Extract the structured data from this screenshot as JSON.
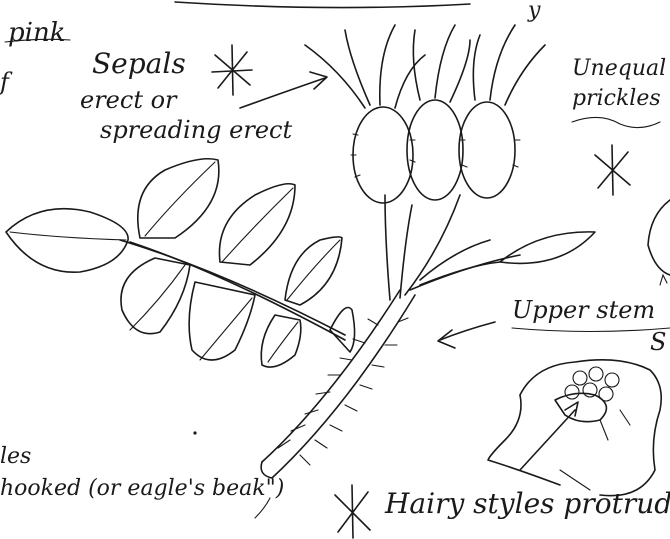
{
  "notes": {
    "pink": "pink",
    "sepals_line1": "Sepals",
    "sepals_line2": "erect or",
    "sepals_line3": "spreading erect",
    "unequal_line1": "Unequal",
    "unequal_line2": "prickles",
    "upper_stem": "Upper stem",
    "s_fragment": "S",
    "styles_fragment": "les",
    "hooked": "hooked (or eagle's beak\")",
    "hairy_styles": "Hairy styles protruding",
    "j_fragment": "y",
    "f_fragment": "f"
  },
  "icons": {
    "asterisk": "asterisk-star",
    "arrow": "hand-drawn-arrow"
  },
  "colors": {
    "ink": "#1a1a1a",
    "paper": "#ffffff"
  }
}
